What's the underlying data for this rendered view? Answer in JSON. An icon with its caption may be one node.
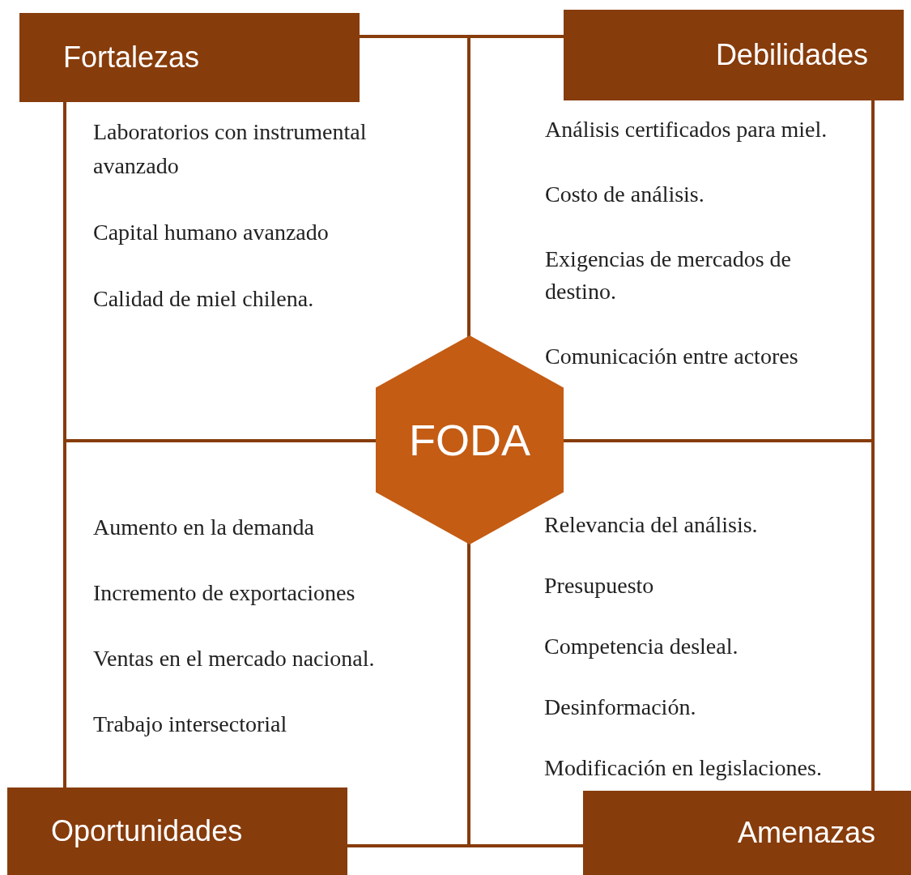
{
  "diagram": {
    "nodes": [
      {
        "text": [
          "Laboratorios con instrumental avanzado",
          "Capital humano avanzado",
          "Calidad de miel chilena."
        ]
      },
      {
        "text": [
          "Análisis certificados para miel.",
          "Costo de análisis.",
          "Exigencias de mercados de destino.",
          "Comunicación entre actores"
        ]
      },
      {
        "text": [
          "Aumento en la demanda",
          "Incremento de exportaciones",
          "Ventas en el mercado nacional.",
          "Trabajo intersectorial"
        ]
      },
      {
        "text": [
          "Relevancia del análisis.",
          "Presupuesto",
          "Competencia desleal.",
          "Desinformación.",
          "Modificación en legislaciones."
        ]
      },
      {
        "text": [
          "Fortalezas"
        ]
      },
      {
        "text": [
          "Debilidades"
        ]
      },
      {
        "text": [
          "Oportunidades"
        ]
      },
      {
        "text": [
          "Amenazas"
        ]
      },
      {
        "text": [
          "FODA"
        ]
      }
    ]
  }
}
